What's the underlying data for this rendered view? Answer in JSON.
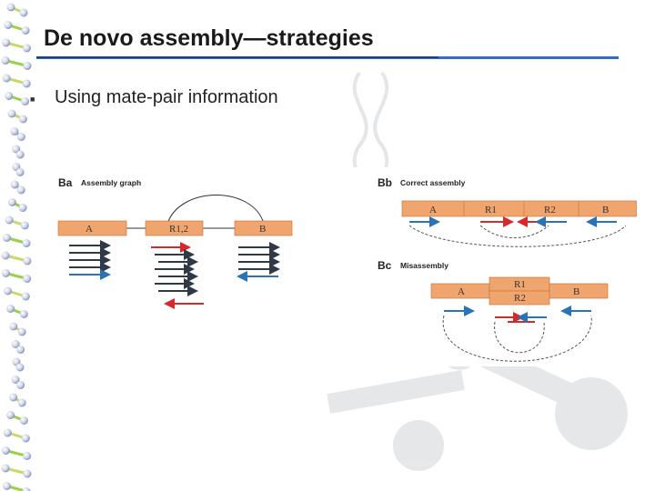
{
  "slide": {
    "title": "De novo assembly—strategies",
    "bullet": "Using mate-pair information"
  },
  "figure": {
    "panel_a": {
      "label": "Ba",
      "title": "Assembly graph",
      "contigs": [
        "A",
        "R1,2",
        "B"
      ]
    },
    "panel_b": {
      "label": "Bb",
      "title": "Correct assembly",
      "contigs": [
        "A",
        "R1",
        "R2",
        "B"
      ]
    },
    "panel_c": {
      "label": "Bc",
      "title": "Misassembly",
      "contigs": [
        "A",
        "R1",
        "R2",
        "B"
      ]
    }
  },
  "colors": {
    "accent_rule": "#2a6fc9",
    "contig_fill": "#f0a56e",
    "read_blue": "#2a74b5",
    "read_red": "#d8282c",
    "read_dark": "#2f3a46"
  }
}
